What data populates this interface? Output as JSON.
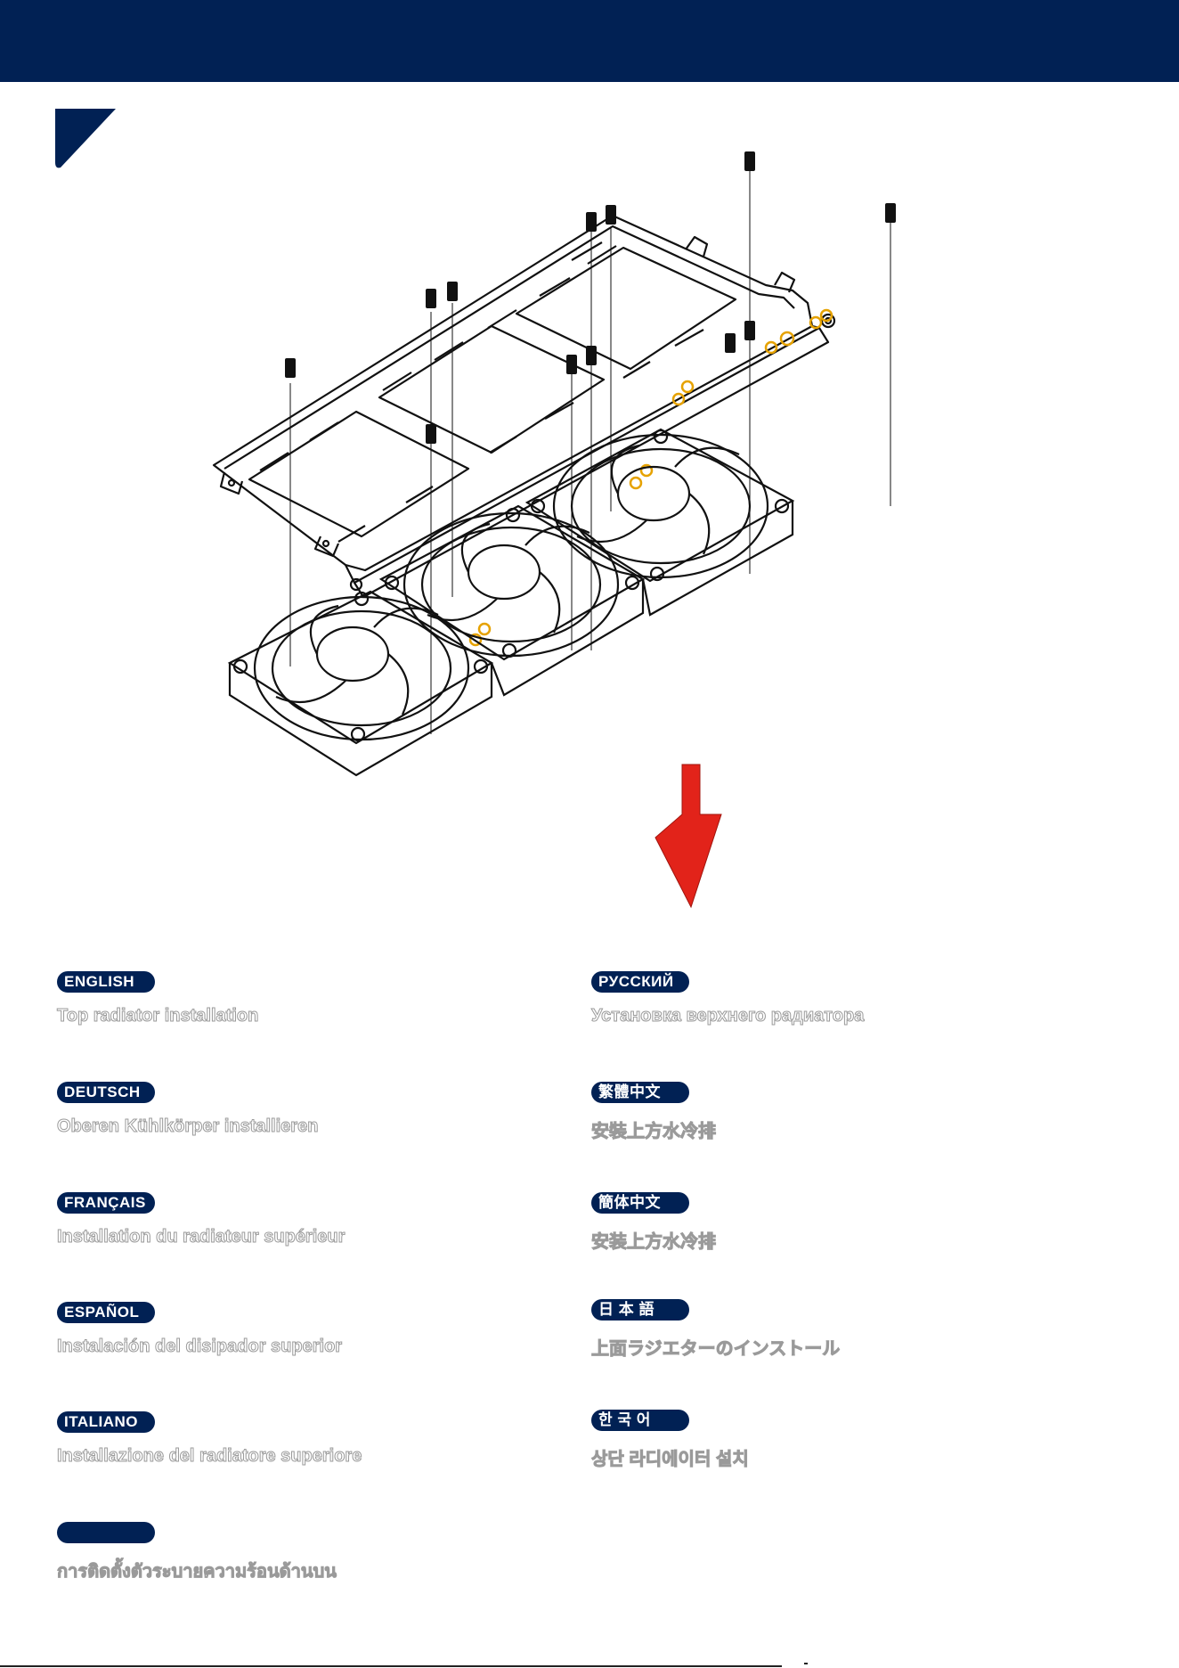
{
  "languages": [
    {
      "label": "ENGLISH",
      "text": "Top radiator installation"
    },
    {
      "label": "DEUTSCH",
      "text": "Oberen Kühlkörper installieren"
    },
    {
      "label": "FRANÇAIS",
      "text": "Installation du radiateur supérieur"
    },
    {
      "label": "ESPAÑOL",
      "text": "Instalación del disipador superior"
    },
    {
      "label": "ITALIANO",
      "text": "Installazione del radiatore superiore"
    },
    {
      "label": "",
      "text": "การติดตั้งตัวระบายความร้อนด้านบน"
    },
    {
      "label": "РУССКИЙ",
      "text": "Установка верхнего радиатора"
    },
    {
      "label": "繁體中文",
      "text": "安裝上方水冷排"
    },
    {
      "label": "簡体中文",
      "text": "安装上方水冷排"
    },
    {
      "label": "日 本 語",
      "text": "上面ラジエターのインストール"
    },
    {
      "label": "한 국 어",
      "text": "상단 라디에이터 설치"
    }
  ],
  "colors": {
    "header": "#012154",
    "arrow": "#e2231a",
    "screw_highlight": "#e6a200"
  },
  "icons": [
    "step-corner-icon",
    "screw-icon",
    "fan-icon",
    "down-arrow-icon"
  ]
}
